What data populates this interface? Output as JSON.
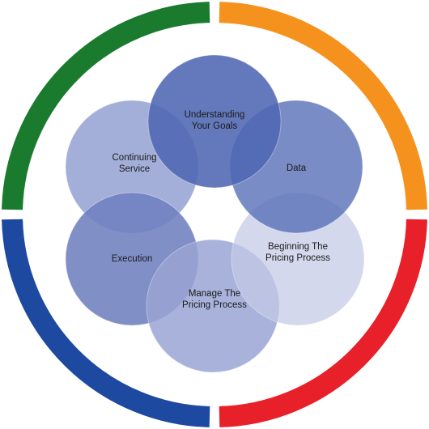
{
  "diagram": {
    "ring": {
      "segments": [
        {
          "name": "top-left",
          "color": "#1a7a2e"
        },
        {
          "name": "top-right",
          "color": "#f5921e"
        },
        {
          "name": "bottom-right",
          "color": "#e8202a"
        },
        {
          "name": "bottom-left",
          "color": "#1d4aa0"
        }
      ]
    },
    "nodes": [
      {
        "id": "understanding",
        "lines": [
          "Understanding",
          "Your Goals"
        ],
        "fill": "#4f67b3",
        "opacity": 0.88
      },
      {
        "id": "data",
        "lines": [
          "Data"
        ],
        "fill": "#5d73ba",
        "opacity": 0.82
      },
      {
        "id": "beginning",
        "lines": [
          "Beginning The",
          "Pricing Process"
        ],
        "fill": "#c3c9e6",
        "opacity": 0.72
      },
      {
        "id": "manage",
        "lines": [
          "Manage The",
          "Pricing Process"
        ],
        "fill": "#9aa5d4",
        "opacity": 0.85
      },
      {
        "id": "execution",
        "lines": [
          "Execution"
        ],
        "fill": "#6f7fbf",
        "opacity": 0.88
      },
      {
        "id": "continuing",
        "lines": [
          "Continuing",
          "Service"
        ],
        "fill": "#8f9dd0",
        "opacity": 0.82
      }
    ]
  }
}
